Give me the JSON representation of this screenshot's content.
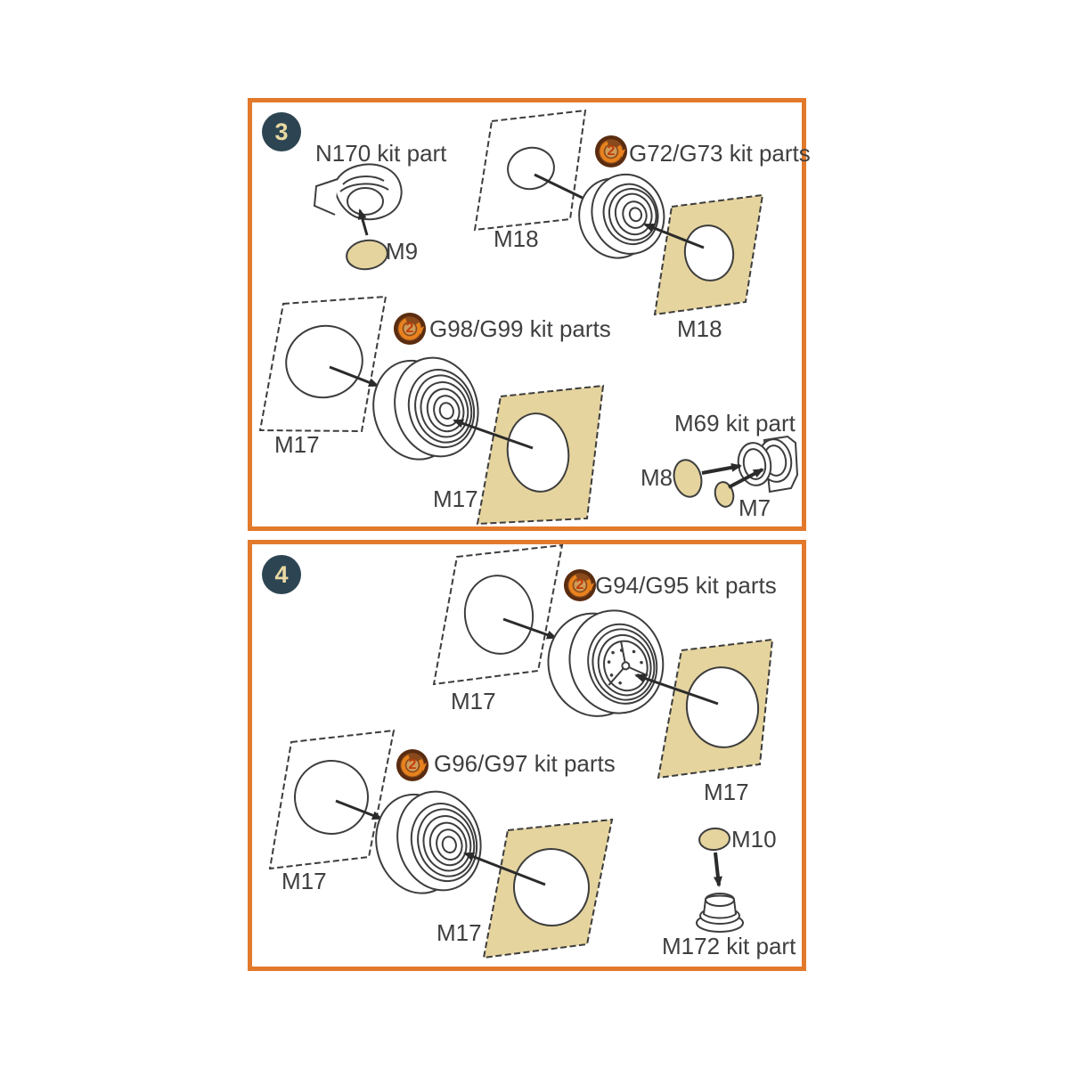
{
  "colors": {
    "panel_border": "#e2792b",
    "mask_tan": "#e5d49e",
    "badge_background": "#2d4553",
    "badge_text": "#ead9a2",
    "icon_ring_brown": "#5a2c10",
    "icon_arc_orange": "#e8821e",
    "line_art": "#3d3d3d",
    "text": "#3f3f3f"
  },
  "icon_count": "2",
  "panels": [
    {
      "number": "3",
      "labels": {
        "n170": "N170 kit part",
        "m9": "M9",
        "m18_white": "M18",
        "g72": "G72/G73 kit parts",
        "m18_tan": "M18",
        "m17_white": "M17",
        "g98": "G98/G99 kit parts",
        "m17_tan": "M17",
        "m69": "M69 kit part",
        "m8": "M8",
        "m7": "M7"
      }
    },
    {
      "number": "4",
      "labels": {
        "m17_white_top": "M17",
        "g94": "G94/G95 kit parts",
        "m17_tan_top": "M17",
        "m17_white_bottom": "M17",
        "g96": "G96/G97 kit parts",
        "m17_tan_bottom": "M17",
        "m10": "M10",
        "m172": "M172 kit part"
      }
    }
  ]
}
